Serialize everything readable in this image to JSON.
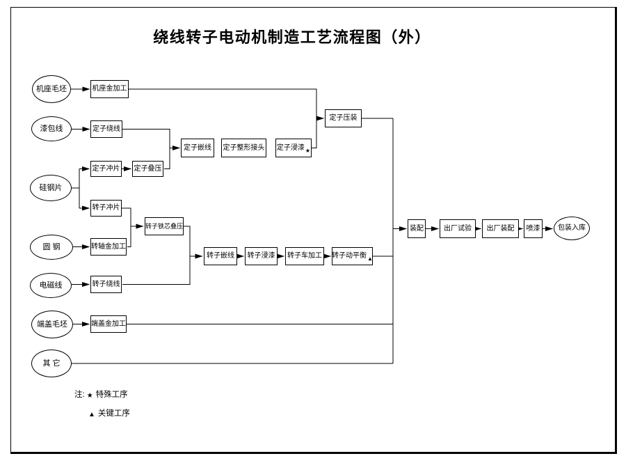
{
  "title": "绕线转子电动机制造工艺流程图（外）",
  "nodes": {
    "source_jizuo": {
      "label": "机座毛坯"
    },
    "source_qibaoxian": {
      "label": "漆包线"
    },
    "source_guigangpian": {
      "label": "硅钢片"
    },
    "source_yuangang": {
      "label": "圆 钢"
    },
    "source_diancixian": {
      "label": "电磁线"
    },
    "source_duangai": {
      "label": "端盖毛坯"
    },
    "source_qita": {
      "label": "其 它"
    },
    "jizuo_jiagong": {
      "label": "机座金加工"
    },
    "dingzi_raoxian": {
      "label": "定子绕线"
    },
    "dingzi_chongpian": {
      "label": "定子冲片"
    },
    "dingzi_dieya": {
      "label": "定子叠压"
    },
    "zhuanzi_chongpian": {
      "label": "转子冲片"
    },
    "zhuanzhou_jiagong": {
      "label": "转轴金加工"
    },
    "zhuanzi_tiexin_dieya": {
      "label": "转子铁芯叠压"
    },
    "zhuanzi_raoxian": {
      "label": "转子绕线"
    },
    "duangai_jiagong": {
      "label": "端盖金加工"
    },
    "dingzi_qianxian": {
      "label": "定子嵌线"
    },
    "dingzi_zhengxing": {
      "label": "定子整形接头"
    },
    "dingzi_jinqi": {
      "label": "定子浸漆",
      "marker": "★"
    },
    "dingzi_yazhuang": {
      "label": "定子压装"
    },
    "zhuanzi_qianxian": {
      "label": "转子嵌线"
    },
    "zhuanzi_jinqi": {
      "label": "转子浸漆"
    },
    "zhuanzi_chejiagong": {
      "label": "转子车加工"
    },
    "zhuanzi_dongpingheng": {
      "label": "转子动平衡",
      "marker": "▲"
    },
    "zhuangpei": {
      "label": "装配"
    },
    "chuchang_shiyan": {
      "label": "出厂试验"
    },
    "chuchang_zhuangpei": {
      "label": "出厂装配"
    },
    "penqi": {
      "label": "喷漆"
    },
    "baozhuang_ruku": {
      "label": "包装入库"
    }
  },
  "legend": {
    "note": "注:",
    "items": [
      {
        "symbol": "★",
        "label": "特殊工序"
      },
      {
        "symbol": "▲",
        "label": "关键工序"
      }
    ]
  },
  "colors": {
    "line": "#000000",
    "background": "#ffffff"
  }
}
